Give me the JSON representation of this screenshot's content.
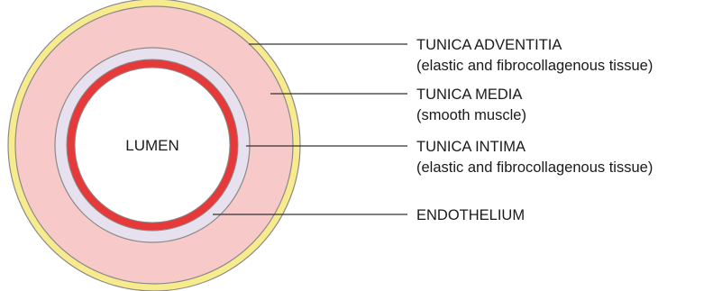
{
  "center_label": "LUMEN",
  "colors": {
    "adventitia": "#f7eb8e",
    "media": "#f8c9c9",
    "intima": "#e7e0ee",
    "endothelium": "#e63a3a",
    "lumen": "#ffffff",
    "outline": "#8a8a8a",
    "leader": "#333333"
  },
  "labels": [
    {
      "title": "TUNICA ADVENTITIA",
      "subtitle": "(elastic and fibrocollagenous tissue)"
    },
    {
      "title": "TUNICA MEDIA",
      "subtitle": "(smooth muscle)"
    },
    {
      "title": "TUNICA INTIMA",
      "subtitle": "(elastic and fibrocollagenous tissue)"
    },
    {
      "title": "ENDOTHELIUM",
      "subtitle": ""
    }
  ]
}
